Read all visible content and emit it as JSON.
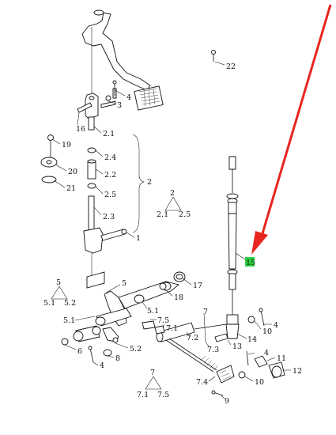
{
  "labels": {
    "l22": "22",
    "l4a": "4",
    "l3": "3",
    "l16": "16",
    "l21a": "2.1",
    "l19": "19",
    "l24": "2.4",
    "l20": "20",
    "l22b": "2.2",
    "l21": "21",
    "l25": "2.5",
    "l2": "2",
    "l23": "2.3",
    "l1": "1",
    "tri2_top": "2",
    "tri2_l": "2.1",
    "tri2_r": "2.5",
    "l15": "15",
    "tri5_top": "5",
    "tri5_l": "5.1",
    "tri5_r": "5.2",
    "l5": "5",
    "l17": "17",
    "l18": "18",
    "l51": "5.1",
    "l7": "7",
    "l51b": "5.1",
    "l75": "7.5",
    "l71": "7.1",
    "l72": "7.2",
    "l10": "10",
    "l4b": "4",
    "l6": "6",
    "l52": "5.2",
    "l8": "8",
    "l4c": "4",
    "l14": "14",
    "l13": "13",
    "l73": "7.3",
    "l4d": "4",
    "l11": "11",
    "l12": "12",
    "l10b": "10",
    "l74": "7.4",
    "l9": "9",
    "tri7_top": "7",
    "tri7_l": "7.1",
    "tri7_r": "7.5"
  },
  "colors": {
    "arrow": "#e8251f",
    "highlight": "#2ecc40",
    "ink": "#111111"
  }
}
